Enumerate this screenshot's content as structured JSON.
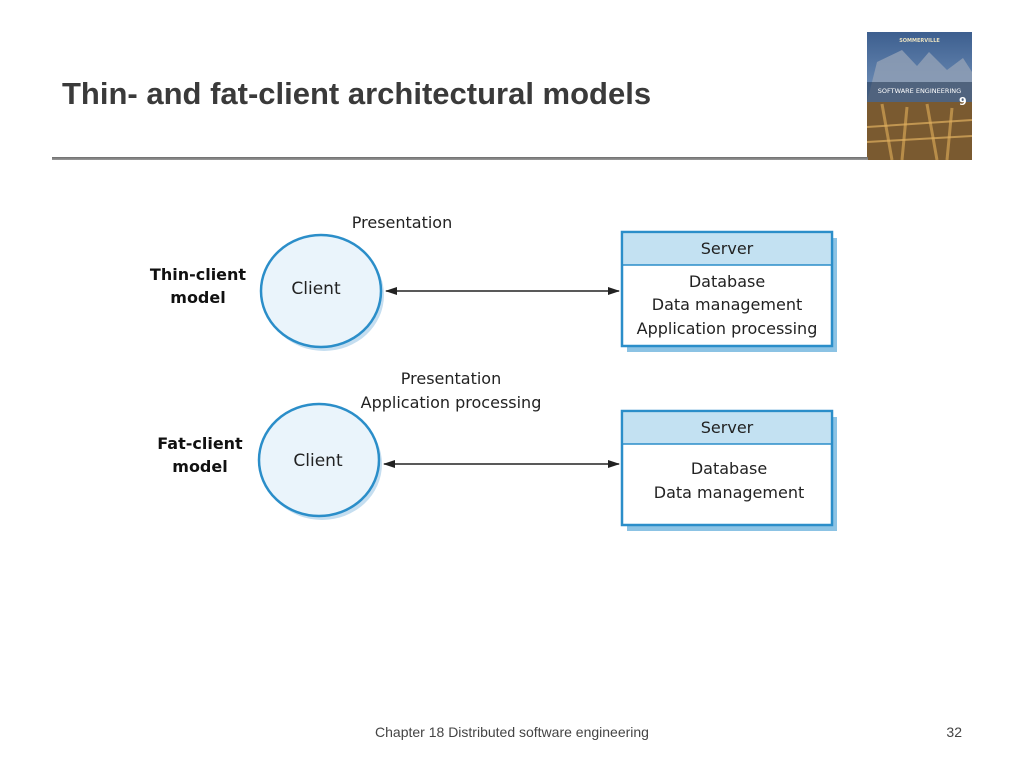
{
  "slide": {
    "title": "Thin- and fat-client architectural models"
  },
  "book_cover": {
    "author": "SOMMERVILLE",
    "title": "SOFTWARE ENGINEERING",
    "edition": "9"
  },
  "diagram": {
    "thin_client": {
      "model_label_line1": "Thin-client",
      "model_label_line2": "model",
      "client_tier_label": "Presentation",
      "client_label": "Client",
      "server_header": "Server",
      "server_functions": [
        "Database",
        "Data management",
        "Application processing"
      ]
    },
    "fat_client": {
      "model_label_line1": "Fat-client",
      "model_label_line2": "model",
      "client_tier_label_line1": "Presentation",
      "client_tier_label_line2": "Application processing",
      "client_label": "Client",
      "server_header": "Server",
      "server_functions": [
        "Database",
        "Data management"
      ]
    }
  },
  "footer": {
    "chapter": "Chapter 18 Distributed software engineering",
    "page": "32"
  },
  "colors": {
    "title": "#3a3a3a",
    "client_fill": "#dcecf8",
    "server_header_fill": "#b9dcef",
    "server_border": "#2b8ec9",
    "server_shadow": "#8cc3e4"
  }
}
